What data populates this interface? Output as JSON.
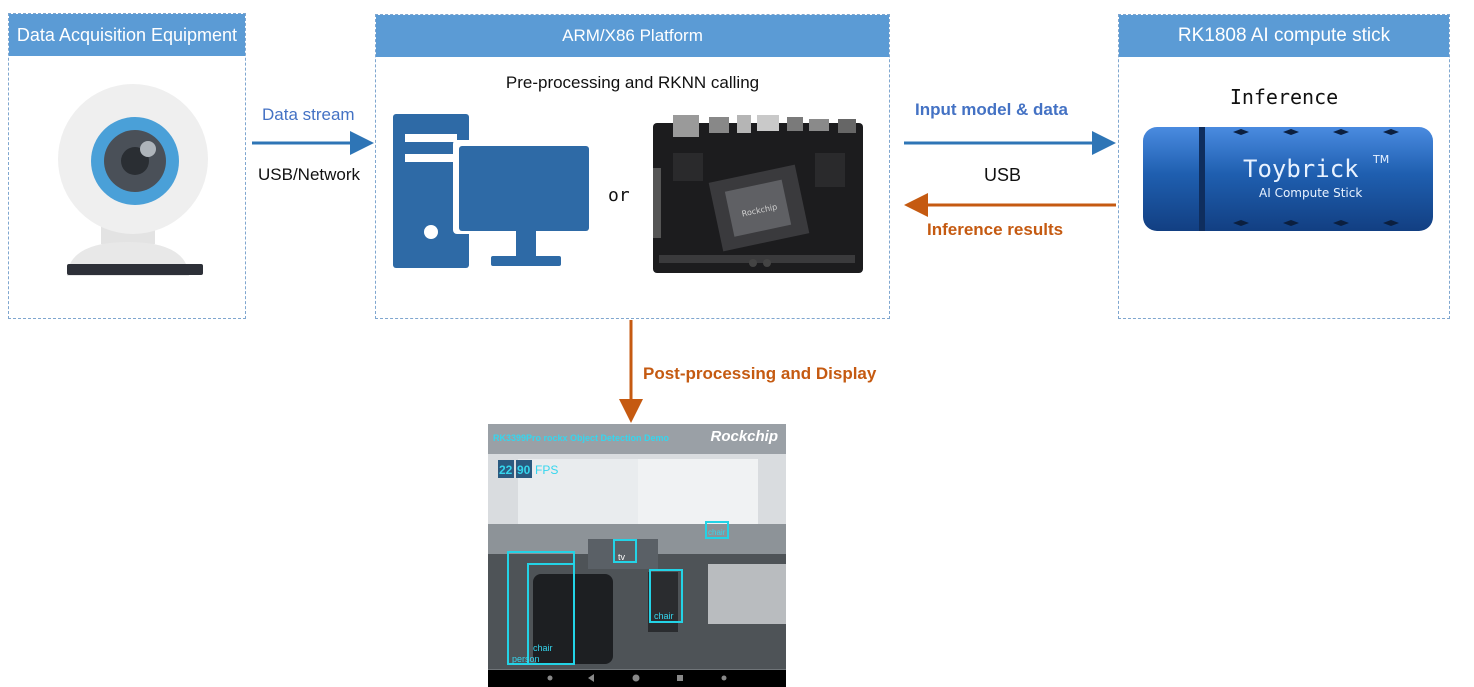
{
  "acquisition": {
    "title": "Data Acquisition Equipment",
    "icon": "webcam-icon"
  },
  "platform": {
    "title": "ARM/X86  Platform",
    "subtitle": "Pre-processing and RKNN calling",
    "or_label": "or",
    "pc_icon": "desktop-computer-icon",
    "board_icon": "circuit-board-image",
    "board_chip_text": "Rockchip"
  },
  "stick": {
    "title": "RK1808 AI compute stick",
    "subtitle": "Inference",
    "brand": "Toybrick",
    "brand_tm": "TM",
    "caption": "AI Compute Stick"
  },
  "links": {
    "data_stream": "Data stream",
    "usb_network": "USB/Network",
    "input_model": "Input model & data",
    "usb": "USB",
    "inference_results": "Inference results",
    "post_processing": "Post-processing and  Display"
  },
  "display": {
    "demo_title": "RK3399Pro rockx Object Detection Demo",
    "brand": "Rockchip",
    "fps_digits": [
      "22",
      "90"
    ],
    "fps_label": "FPS",
    "detections": [
      "tv",
      "chair",
      "chair",
      "person",
      "chair"
    ]
  },
  "colors": {
    "header_blue": "#5b9bd5",
    "arrow_blue": "#2e75b6",
    "arrow_orange": "#c55a11",
    "stick_blue": "#1f5fb0"
  }
}
